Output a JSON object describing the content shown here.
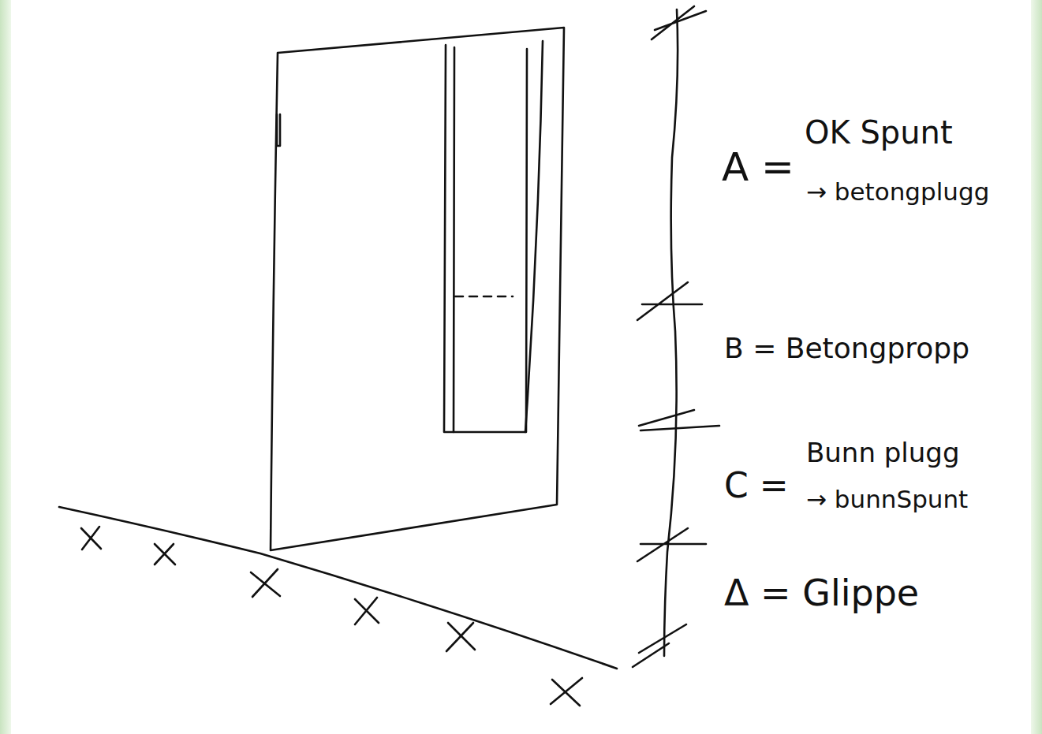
{
  "diagram": {
    "labels": [
      "A =",
      "OK Spunt",
      "→ betongplugg",
      "B = Betongpropp",
      "C =",
      "Bunn plugg",
      "→ bunnSpunt",
      "Δ = Glippe"
    ]
  }
}
